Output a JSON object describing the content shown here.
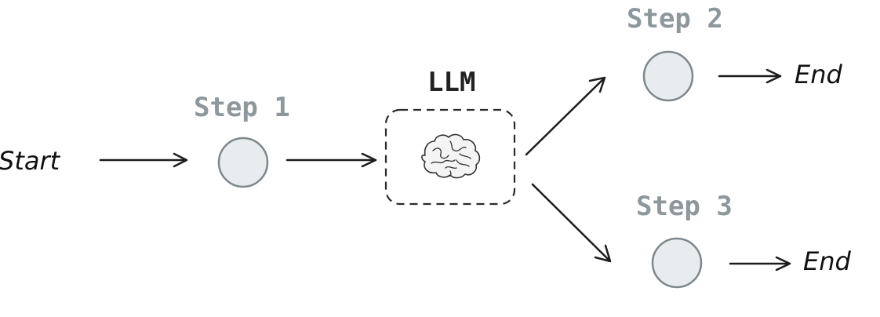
{
  "diagram": {
    "start_label": "Start",
    "step1_label": "Step 1",
    "llm_label": "LLM",
    "step2_label": "Step 2",
    "step3_label": "Step 3",
    "end_label_top": "End",
    "end_label_bottom": "End",
    "brain_icon": "brain-icon"
  }
}
